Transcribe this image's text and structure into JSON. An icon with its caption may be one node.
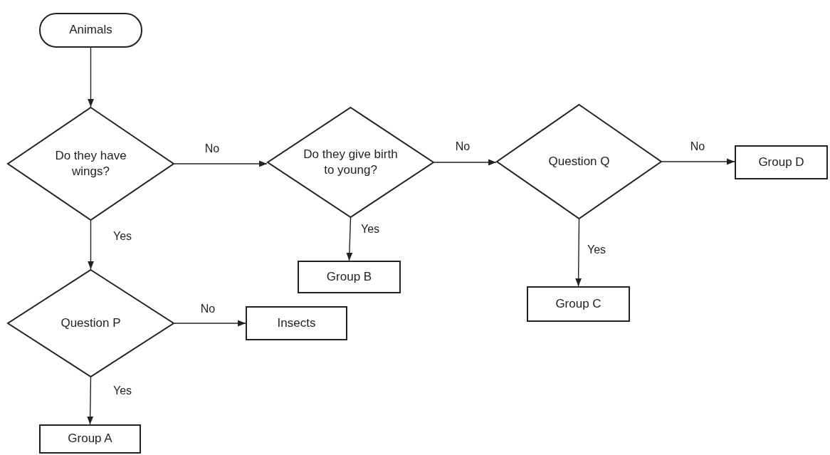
{
  "diagram": {
    "nodes": [
      {
        "text": [
          "Animals"
        ]
      },
      {
        "text": [
          "Do they have wings?"
        ]
      },
      {
        "text": [
          "Do they give birth to young?"
        ]
      },
      {
        "text": [
          "Question Q"
        ]
      },
      {
        "text": [
          "Group D"
        ]
      },
      {
        "text": [
          "Group B"
        ]
      },
      {
        "text": [
          "Group C"
        ]
      },
      {
        "text": [
          "Question P"
        ]
      },
      {
        "text": [
          "Insects"
        ]
      },
      {
        "text": [
          "Group A"
        ]
      }
    ],
    "edges": [
      {
        "from": 0,
        "to": 1,
        "arrow": "to"
      },
      {
        "from": 1,
        "to": 2,
        "arrow": "to",
        "label": "No"
      },
      {
        "from": 2,
        "to": 3,
        "arrow": "to",
        "label": "No"
      },
      {
        "from": 3,
        "to": 4,
        "arrow": "to",
        "label": "No"
      },
      {
        "from": 1,
        "to": 7,
        "arrow": "to",
        "label": "Yes"
      },
      {
        "from": 2,
        "to": 5,
        "arrow": "to",
        "label": "Yes"
      },
      {
        "from": 3,
        "to": 6,
        "arrow": "to",
        "label": "Yes"
      },
      {
        "from": 7,
        "to": 8,
        "arrow": "to",
        "label": "No"
      },
      {
        "from": 7,
        "to": 9,
        "arrow": "to",
        "label": "Yes"
      }
    ]
  }
}
